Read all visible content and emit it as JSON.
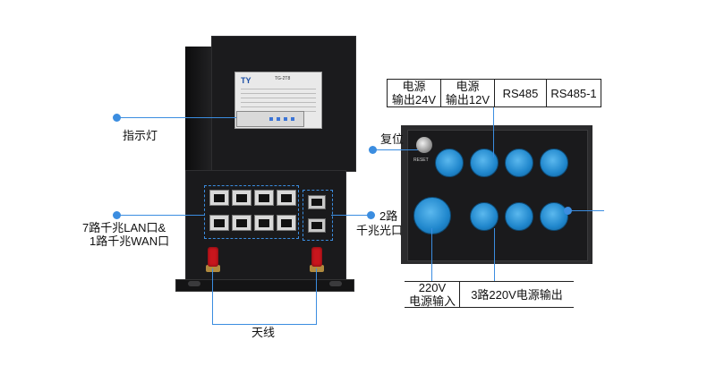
{
  "router": {
    "label_logo": "TY",
    "label_model": "TG-2T8"
  },
  "callouts": {
    "indicator": "指示灯",
    "lan_line1": "7路千兆LAN口&",
    "lan_line2": "1路千兆WAN口",
    "fiber_line1": "2路",
    "fiber_line2": "千兆光口",
    "antenna": "天线",
    "reset": "复位"
  },
  "power_box": {
    "reset_label": "RESET"
  },
  "top_table": [
    {
      "line1": "电源",
      "line2": "输出24V"
    },
    {
      "line1": "电源",
      "line2": "输出12V"
    },
    {
      "line1": "RS485",
      "line2": ""
    },
    {
      "line1": "RS485-1",
      "line2": ""
    }
  ],
  "bottom_table": {
    "input_line1": "220V",
    "input_line2": "电源输入",
    "output": "3路220V电源输出"
  },
  "colors": {
    "accent": "#3b8de0",
    "device": "#1a1a1c",
    "connector": "#1f86cc",
    "antenna": "#c8161d"
  }
}
